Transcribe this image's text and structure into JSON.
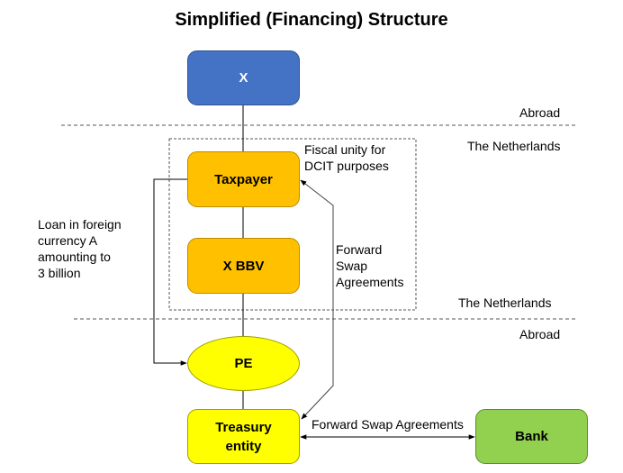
{
  "title": "Simplified (Financing) Structure",
  "jurisdictions": {
    "abroad_top": "Abroad",
    "netherlands_top": "The Netherlands",
    "netherlands_bottom": "The Netherlands",
    "abroad_bottom": "Abroad"
  },
  "nodes": {
    "x": {
      "label": "X",
      "color": "#4472C4"
    },
    "taxpayer": {
      "label": "Taxpayer",
      "color": "#FFC000"
    },
    "xbbv": {
      "label": "X BBV",
      "color": "#FFC000"
    },
    "pe": {
      "label": "PE",
      "color": "#FFFF00"
    },
    "treasury": {
      "label": "Treasury\nentity",
      "color": "#FFFF00"
    },
    "bank": {
      "label": "Bank",
      "color": "#92D050"
    }
  },
  "annotations": {
    "fiscal_unity": "Fiscal unity for\nDCIT purposes",
    "loan": "Loan in foreign\ncurrency A\namounting to\n3 billion",
    "fsa_vertical": "Forward\nSwap\nAgreements",
    "fsa_horizontal": "Forward Swap Agreements"
  },
  "edges": [
    {
      "from": "X",
      "to": "Taxpayer",
      "type": "ownership"
    },
    {
      "from": "Taxpayer",
      "to": "X BBV",
      "type": "ownership"
    },
    {
      "from": "X BBV",
      "to": "PE",
      "type": "ownership"
    },
    {
      "from": "PE",
      "to": "Treasury entity",
      "type": "ownership"
    },
    {
      "from": "Taxpayer",
      "to": "PE",
      "type": "loan",
      "label": "Loan in foreign currency A amounting to 3 billion"
    },
    {
      "from": "Taxpayer",
      "to": "Treasury entity",
      "type": "bidirectional",
      "label": "Forward Swap Agreements"
    },
    {
      "from": "Treasury entity",
      "to": "Bank",
      "type": "bidirectional",
      "label": "Forward Swap Agreements"
    }
  ]
}
